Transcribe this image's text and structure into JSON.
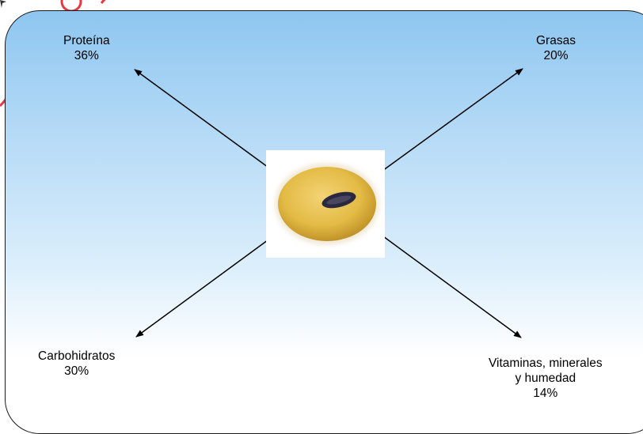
{
  "nutrients": [
    {
      "name": "Proteína",
      "percent": "36%"
    },
    {
      "name": "Grasas",
      "percent": "20%"
    },
    {
      "name": "Carbohidratos",
      "percent": "30%"
    },
    {
      "name_line1": "Vitaminas, minerales",
      "name_line2": "y humedad",
      "percent": "14%"
    }
  ],
  "colors": {
    "panel_top": "#8ec6f0",
    "panel_bottom": "#ffffff",
    "arrow": "#000000",
    "seed": "#e3bb45",
    "seed_hilum": "#2b2940"
  },
  "icons": {
    "center": "soybean-icon",
    "arrow": "arrow-icon"
  }
}
